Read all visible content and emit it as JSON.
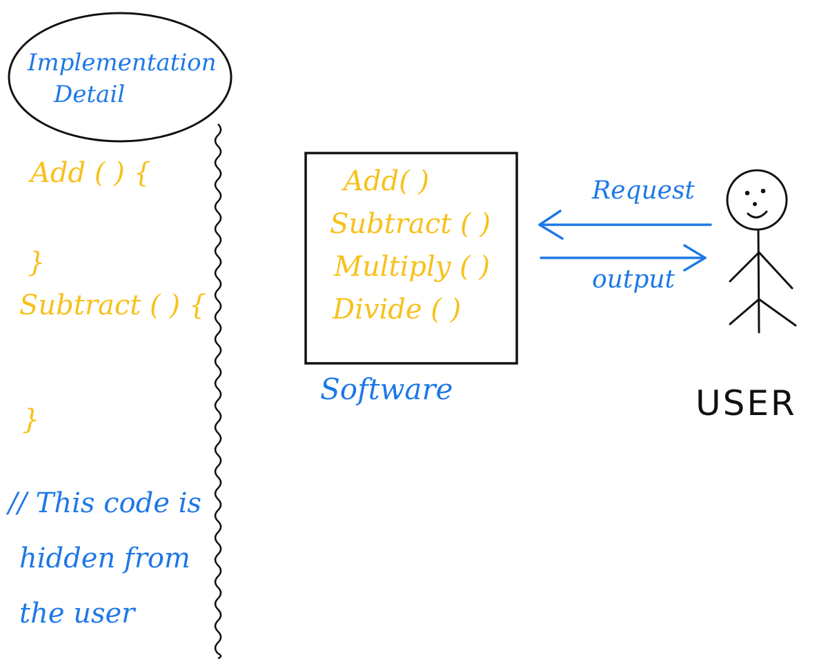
{
  "colors": {
    "blue": "#1E78E6",
    "gold": "#F7C11C",
    "ink": "#111111"
  },
  "implementation": {
    "title_line1": "Implementation",
    "title_line2": "Detail",
    "add_line": "Add ( ) {",
    "close_brace_1": "}",
    "subtract_line": "Subtract ( ) {",
    "close_brace_2": "}",
    "comment_line1": "// This code is",
    "comment_line2": "hidden from",
    "comment_line3": "the user"
  },
  "software": {
    "methods": [
      "Add( )",
      "Subtract ( )",
      "Multiply ( )",
      "Divide ( )"
    ],
    "label": "Software"
  },
  "arrows": {
    "request_label": "Request",
    "output_label": "output"
  },
  "user": {
    "label": "USER",
    "figure_icon": "stick-figure-icon"
  }
}
